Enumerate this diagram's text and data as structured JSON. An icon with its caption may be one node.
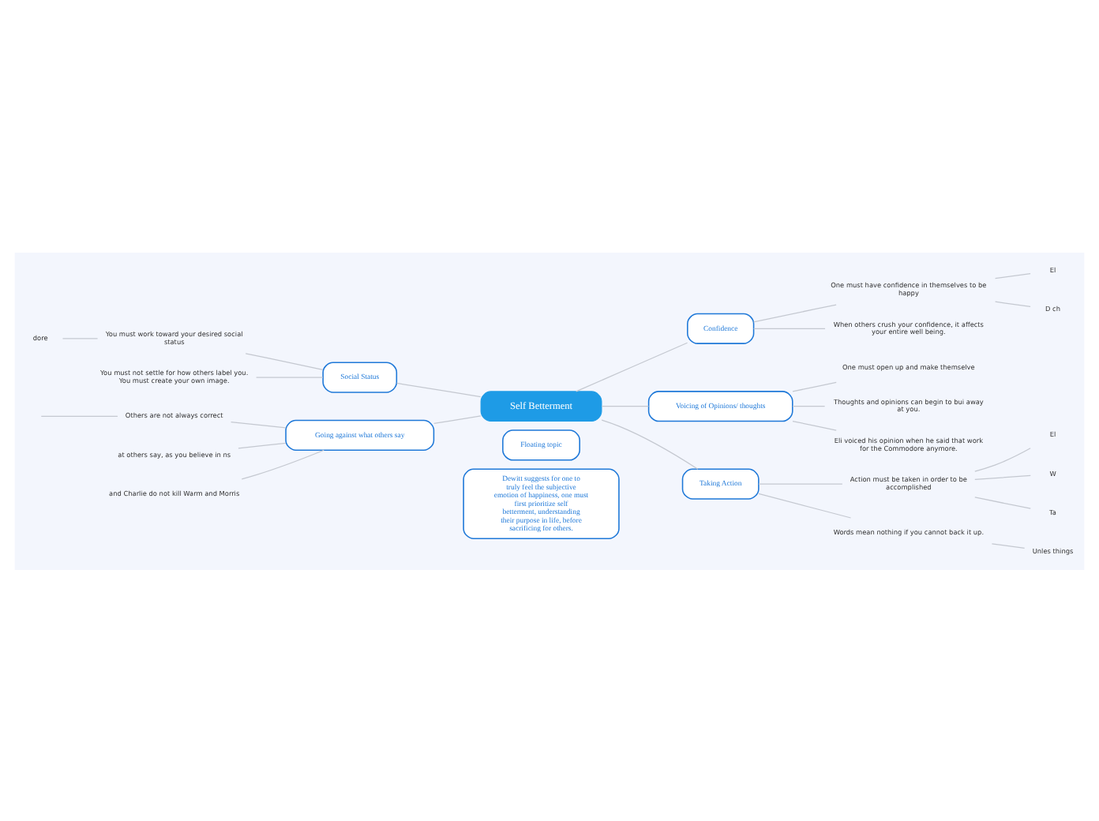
{
  "diagram": {
    "nodes": [
      {
        "text": [
          "Self Betterment"
        ]
      },
      {
        "text": [
          "Confidence"
        ]
      },
      {
        "text": [
          "One must have confidence in themselves to be happy"
        ]
      },
      {
        "text": [
          "El"
        ]
      },
      {
        "text": [
          "D ch"
        ]
      },
      {
        "text": [
          "When others crush your confidence, it affects your entire well being."
        ]
      },
      {
        "text": [
          "Voicing of Opinions/ thoughts"
        ]
      },
      {
        "text": [
          "One must open up and make themselve"
        ]
      },
      {
        "text": [
          "Thoughts and opinions can begin to bui away at you."
        ]
      },
      {
        "text": [
          "Eli voiced his opinion when he said that work for the Commodore anymore."
        ]
      },
      {
        "text": [
          "Taking Action"
        ]
      },
      {
        "text": [
          "Action must be taken in order to be accomplished"
        ]
      },
      {
        "text": [
          "El"
        ]
      },
      {
        "text": [
          "W"
        ]
      },
      {
        "text": [
          "Ta"
        ]
      },
      {
        "text": [
          "Words mean nothing if you cannot back it up."
        ]
      },
      {
        "text": [
          "Unles things"
        ]
      },
      {
        "text": [
          "Social Status"
        ]
      },
      {
        "text": [
          "You must work toward your desired social status"
        ]
      },
      {
        "text": [
          "dore"
        ]
      },
      {
        "text": [
          "You must not settle for how others label you. You must create your own image."
        ]
      },
      {
        "text": [
          "Going against what others say"
        ]
      },
      {
        "text": [
          "Others are not always correct"
        ]
      },
      {
        "text": [
          "at others say, as you believe in ns"
        ]
      },
      {
        "text": [
          "and Charlie do not kill Warm and Morris"
        ]
      },
      {
        "text": [
          "Floating topic"
        ]
      },
      {
        "text": [
          "Dewitt suggests for one to truly feel the subjective emotion of happiness, one must first prioritize self betterment, understanding their purpose in life, before sacrificing for others."
        ]
      }
    ],
    "edges": [
      {
        "from": 0,
        "to": 1,
        "arrow": "none"
      },
      {
        "from": 1,
        "to": 2,
        "arrow": "none"
      },
      {
        "from": 2,
        "to": 3,
        "arrow": "none"
      },
      {
        "from": 2,
        "to": 4,
        "arrow": "none"
      },
      {
        "from": 1,
        "to": 5,
        "arrow": "none"
      },
      {
        "from": 0,
        "to": 6,
        "arrow": "none"
      },
      {
        "from": 6,
        "to": 7,
        "arrow": "none"
      },
      {
        "from": 6,
        "to": 8,
        "arrow": "none"
      },
      {
        "from": 6,
        "to": 9,
        "arrow": "none"
      },
      {
        "from": 0,
        "to": 10,
        "arrow": "none"
      },
      {
        "from": 10,
        "to": 11,
        "arrow": "none"
      },
      {
        "from": 11,
        "to": 12,
        "arrow": "none"
      },
      {
        "from": 11,
        "to": 13,
        "arrow": "none"
      },
      {
        "from": 11,
        "to": 14,
        "arrow": "none"
      },
      {
        "from": 10,
        "to": 15,
        "arrow": "none"
      },
      {
        "from": 15,
        "to": 16,
        "arrow": "none"
      },
      {
        "from": 0,
        "to": 17,
        "arrow": "none"
      },
      {
        "from": 17,
        "to": 18,
        "arrow": "none"
      },
      {
        "from": 18,
        "to": 19,
        "arrow": "none"
      },
      {
        "from": 17,
        "to": 20,
        "arrow": "none"
      },
      {
        "from": 0,
        "to": 21,
        "arrow": "none"
      },
      {
        "from": 21,
        "to": 22,
        "arrow": "none"
      },
      {
        "from": 22,
        "to": null,
        "arrow": "none"
      },
      {
        "from": 21,
        "to": 23,
        "arrow": "none"
      },
      {
        "from": 21,
        "to": 24,
        "arrow": "none"
      }
    ]
  }
}
